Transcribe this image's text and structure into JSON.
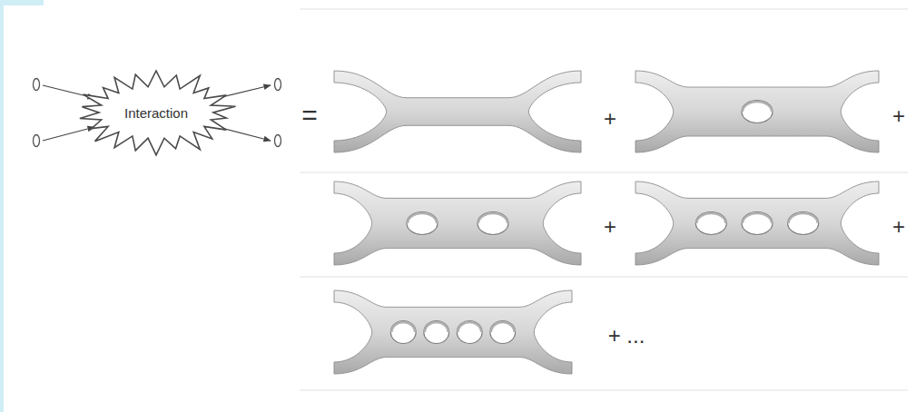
{
  "diagram": {
    "nodes": [
      {
        "text": [
          "Interaction"
        ]
      }
    ],
    "labels": [
      "=",
      "+",
      "+",
      "+",
      "+",
      "+ ..."
    ]
  }
}
